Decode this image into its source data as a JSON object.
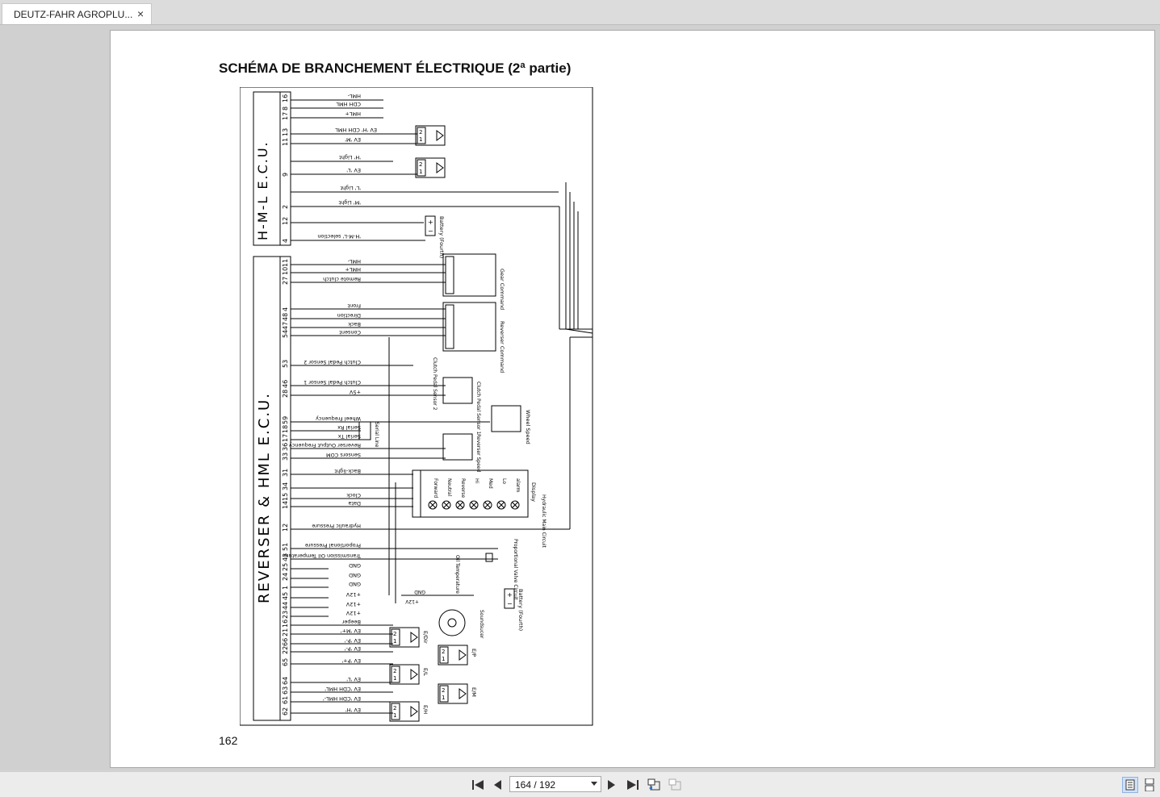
{
  "tab": {
    "title": "DEUTZ-FAHR AGROPLU...",
    "close": "×"
  },
  "document": {
    "title": "SCHÉMA DE BRANCHEMENT ÉLECTRIQUE (2ª partie)",
    "page_number": "162"
  },
  "diagram": {
    "ecu_top_label": "H-M-L  E.C.U.",
    "ecu_bottom_label": "REVERSER & HML E.C.U.",
    "top_pins": [
      {
        "pin": "16",
        "label": "HML-"
      },
      {
        "pin": "8",
        "label": "CDH HML"
      },
      {
        "pin": "17",
        "label": "HML+"
      },
      {
        "pin": "13",
        "label": "EV 'H' CDH HML"
      },
      {
        "pin": "11",
        "label": "EV 'M'"
      },
      {
        "pin": "",
        "label": "'H' Light"
      },
      {
        "pin": "9",
        "label": "EV 'L'"
      },
      {
        "pin": "",
        "label": "'L' Light"
      },
      {
        "pin": "2",
        "label": "'M' Light"
      },
      {
        "pin": "12",
        "label": ""
      },
      {
        "pin": "4",
        "label": "'H-M-L' selection"
      }
    ],
    "top_devices": [
      "Battery (Fourth)"
    ],
    "bottom_pins": [
      {
        "pin": "11",
        "label": "HML-"
      },
      {
        "pin": "10",
        "label": "HML+"
      },
      {
        "pin": "27",
        "label": "Remote clutch"
      },
      {
        "pin": "4",
        "label": "Front"
      },
      {
        "pin": "48",
        "label": "Direction"
      },
      {
        "pin": "47",
        "label": "Back"
      },
      {
        "pin": "54",
        "label": "Consent"
      },
      {
        "pin": "53",
        "label": "Clutch Pedal Sensor 2"
      },
      {
        "pin": "46",
        "label": "Clutch Pedal Sensor 1"
      },
      {
        "pin": "28",
        "label": "+5V"
      },
      {
        "pin": "59",
        "label": "Wheel Frequency"
      },
      {
        "pin": "18",
        "label": "Serial Rx"
      },
      {
        "pin": "17",
        "label": "Serial Tx"
      },
      {
        "pin": "36",
        "label": "Reverser Output Frequency"
      },
      {
        "pin": "33",
        "label": "Sensors COM"
      },
      {
        "pin": "31",
        "label": "Back-light"
      },
      {
        "pin": "34",
        "label": ""
      },
      {
        "pin": "15",
        "label": "Clock"
      },
      {
        "pin": "14",
        "label": "Data"
      },
      {
        "pin": "12",
        "label": "Hydraulic Pressure"
      },
      {
        "pin": "51",
        "label": "Proportional Pressure"
      },
      {
        "pin": "43",
        "label": "Transmission Oil Temperature"
      },
      {
        "pin": "25",
        "label": "GND"
      },
      {
        "pin": "24",
        "label": "GND"
      },
      {
        "pin": "1",
        "label": "GND"
      },
      {
        "pin": "45",
        "label": "+12V"
      },
      {
        "pin": "44",
        "label": "+12V"
      },
      {
        "pin": "23",
        "label": "+12V"
      },
      {
        "pin": "16",
        "label": "Beeper"
      },
      {
        "pin": "21",
        "label": "EV 'M+'"
      },
      {
        "pin": "66",
        "label": "EV 'P-'"
      },
      {
        "pin": "22",
        "label": "EV 'P-'"
      },
      {
        "pin": "65",
        "label": "EV 'P+'"
      },
      {
        "pin": "64",
        "label": "EV 'L'"
      },
      {
        "pin": "63",
        "label": "EV 'CDH HML'"
      },
      {
        "pin": "61",
        "label": "EV 'CDH HML-'"
      },
      {
        "pin": "62",
        "label": "EV 'H'"
      }
    ],
    "devices": {
      "gear_command": "Gear Command",
      "reverser_command": "Reverser Command",
      "clutch_sensor_2": "Clutch Pedal Sensor 2",
      "clutch_sensor_1": "Clutch Pedal Sensor 1",
      "wheel_speed": "Wheel Speed",
      "serial_line": "Serial Line",
      "reverser_speed": "Reverser Speed",
      "display": "Display",
      "display_leds": [
        "Forward",
        "Neutral",
        "Reverse",
        "Hi",
        "Med",
        "Lo",
        "alarm"
      ],
      "hydraulic_circuit": "Hydraulic Main Circuit",
      "oil_temperature": "Oil Temperature",
      "proportional_valve": "Proportional Valve Circuit",
      "battery": "Battery (Fourth)",
      "soundsucer": "Soundsucer",
      "ev_dir": "E/Dir",
      "ev_p": "E/P",
      "ev_l": "E/L",
      "ev_m": "E/M",
      "ev_h": "E/H",
      "pos": "+12V",
      "gnd": "GND"
    }
  },
  "statusbar": {
    "page_indicator": "164 / 192"
  }
}
